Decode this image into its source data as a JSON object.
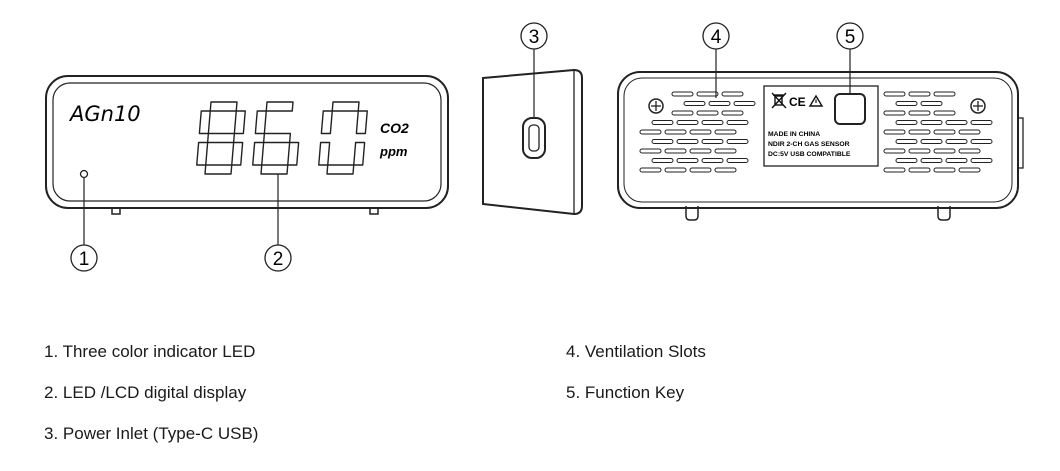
{
  "front_panel": {
    "brand": "AGn10",
    "reading": "860",
    "unit_gas": "CO2",
    "unit_ppm": "ppm"
  },
  "back_panel": {
    "label_line1": "MADE IN CHINA",
    "label_line2": "NDIR 2-CH GAS SENSOR",
    "label_line3": "DC:5V USB COMPATIBLE",
    "cert_marks": "CE"
  },
  "callouts": [
    "1",
    "2",
    "3",
    "4",
    "5"
  ],
  "legend": {
    "item1": "1. Three color indicator LED",
    "item2": "2. LED /LCD digital display",
    "item3": "3. Power Inlet (Type-C USB)",
    "item4": "4. Ventilation Slots",
    "item5": "5. Function Key"
  }
}
